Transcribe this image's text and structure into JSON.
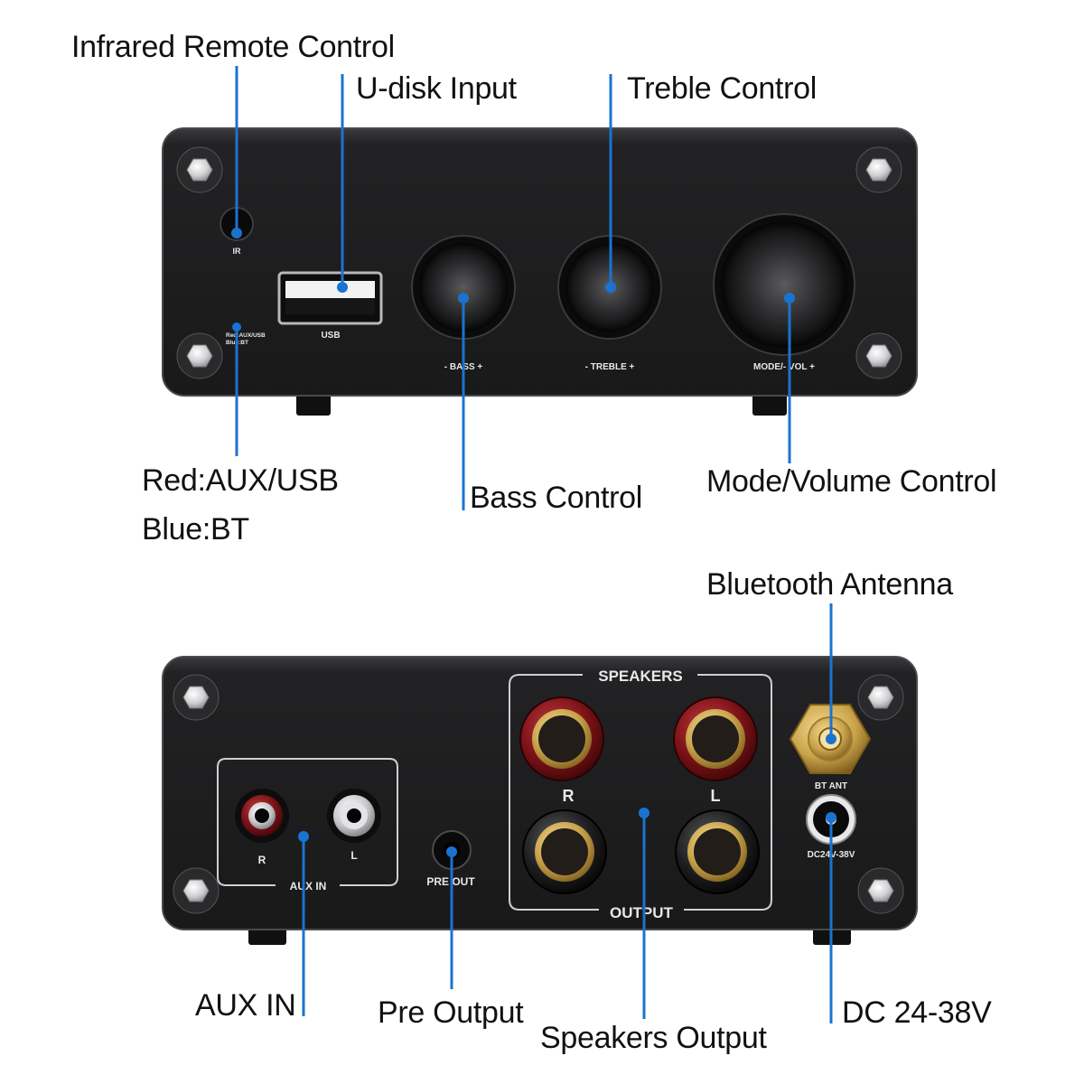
{
  "colors": {
    "leader": "#1a73d0",
    "panel": "#202022",
    "gold": "#c9a34a",
    "red_post": "#7a1216"
  },
  "front_callouts": {
    "infrared": "Infrared Remote Control",
    "udisk": "U-disk Input",
    "treble": "Treble Control",
    "indicator_red": "Red:AUX/USB",
    "indicator_blue": "Blue:BT",
    "bass": "Bass Control",
    "mode_volume": "Mode/Volume Control"
  },
  "front_panel": {
    "ir": "IR",
    "usb": "USB",
    "indicator_line1": "Red:AUX/USB",
    "indicator_line2": "Blue:BT",
    "bass": "- BASS +",
    "treble": "- TREBLE +",
    "volume": "MODE/- VOL +"
  },
  "rear_callouts": {
    "bt_antenna": "Bluetooth Antenna",
    "aux_in": "AUX IN",
    "pre_output": "Pre Output",
    "speakers_output": "Speakers Output",
    "dc": "DC 24-38V"
  },
  "rear_panel": {
    "speakers": "SPEAKERS",
    "output": "OUTPUT",
    "r": "R",
    "l": "L",
    "aux_r": "R",
    "aux_l": "L",
    "aux_in": "AUX IN",
    "pre_out": "PRE OUT",
    "bt_ant": "BT ANT",
    "dc": "DC24V-38V"
  }
}
